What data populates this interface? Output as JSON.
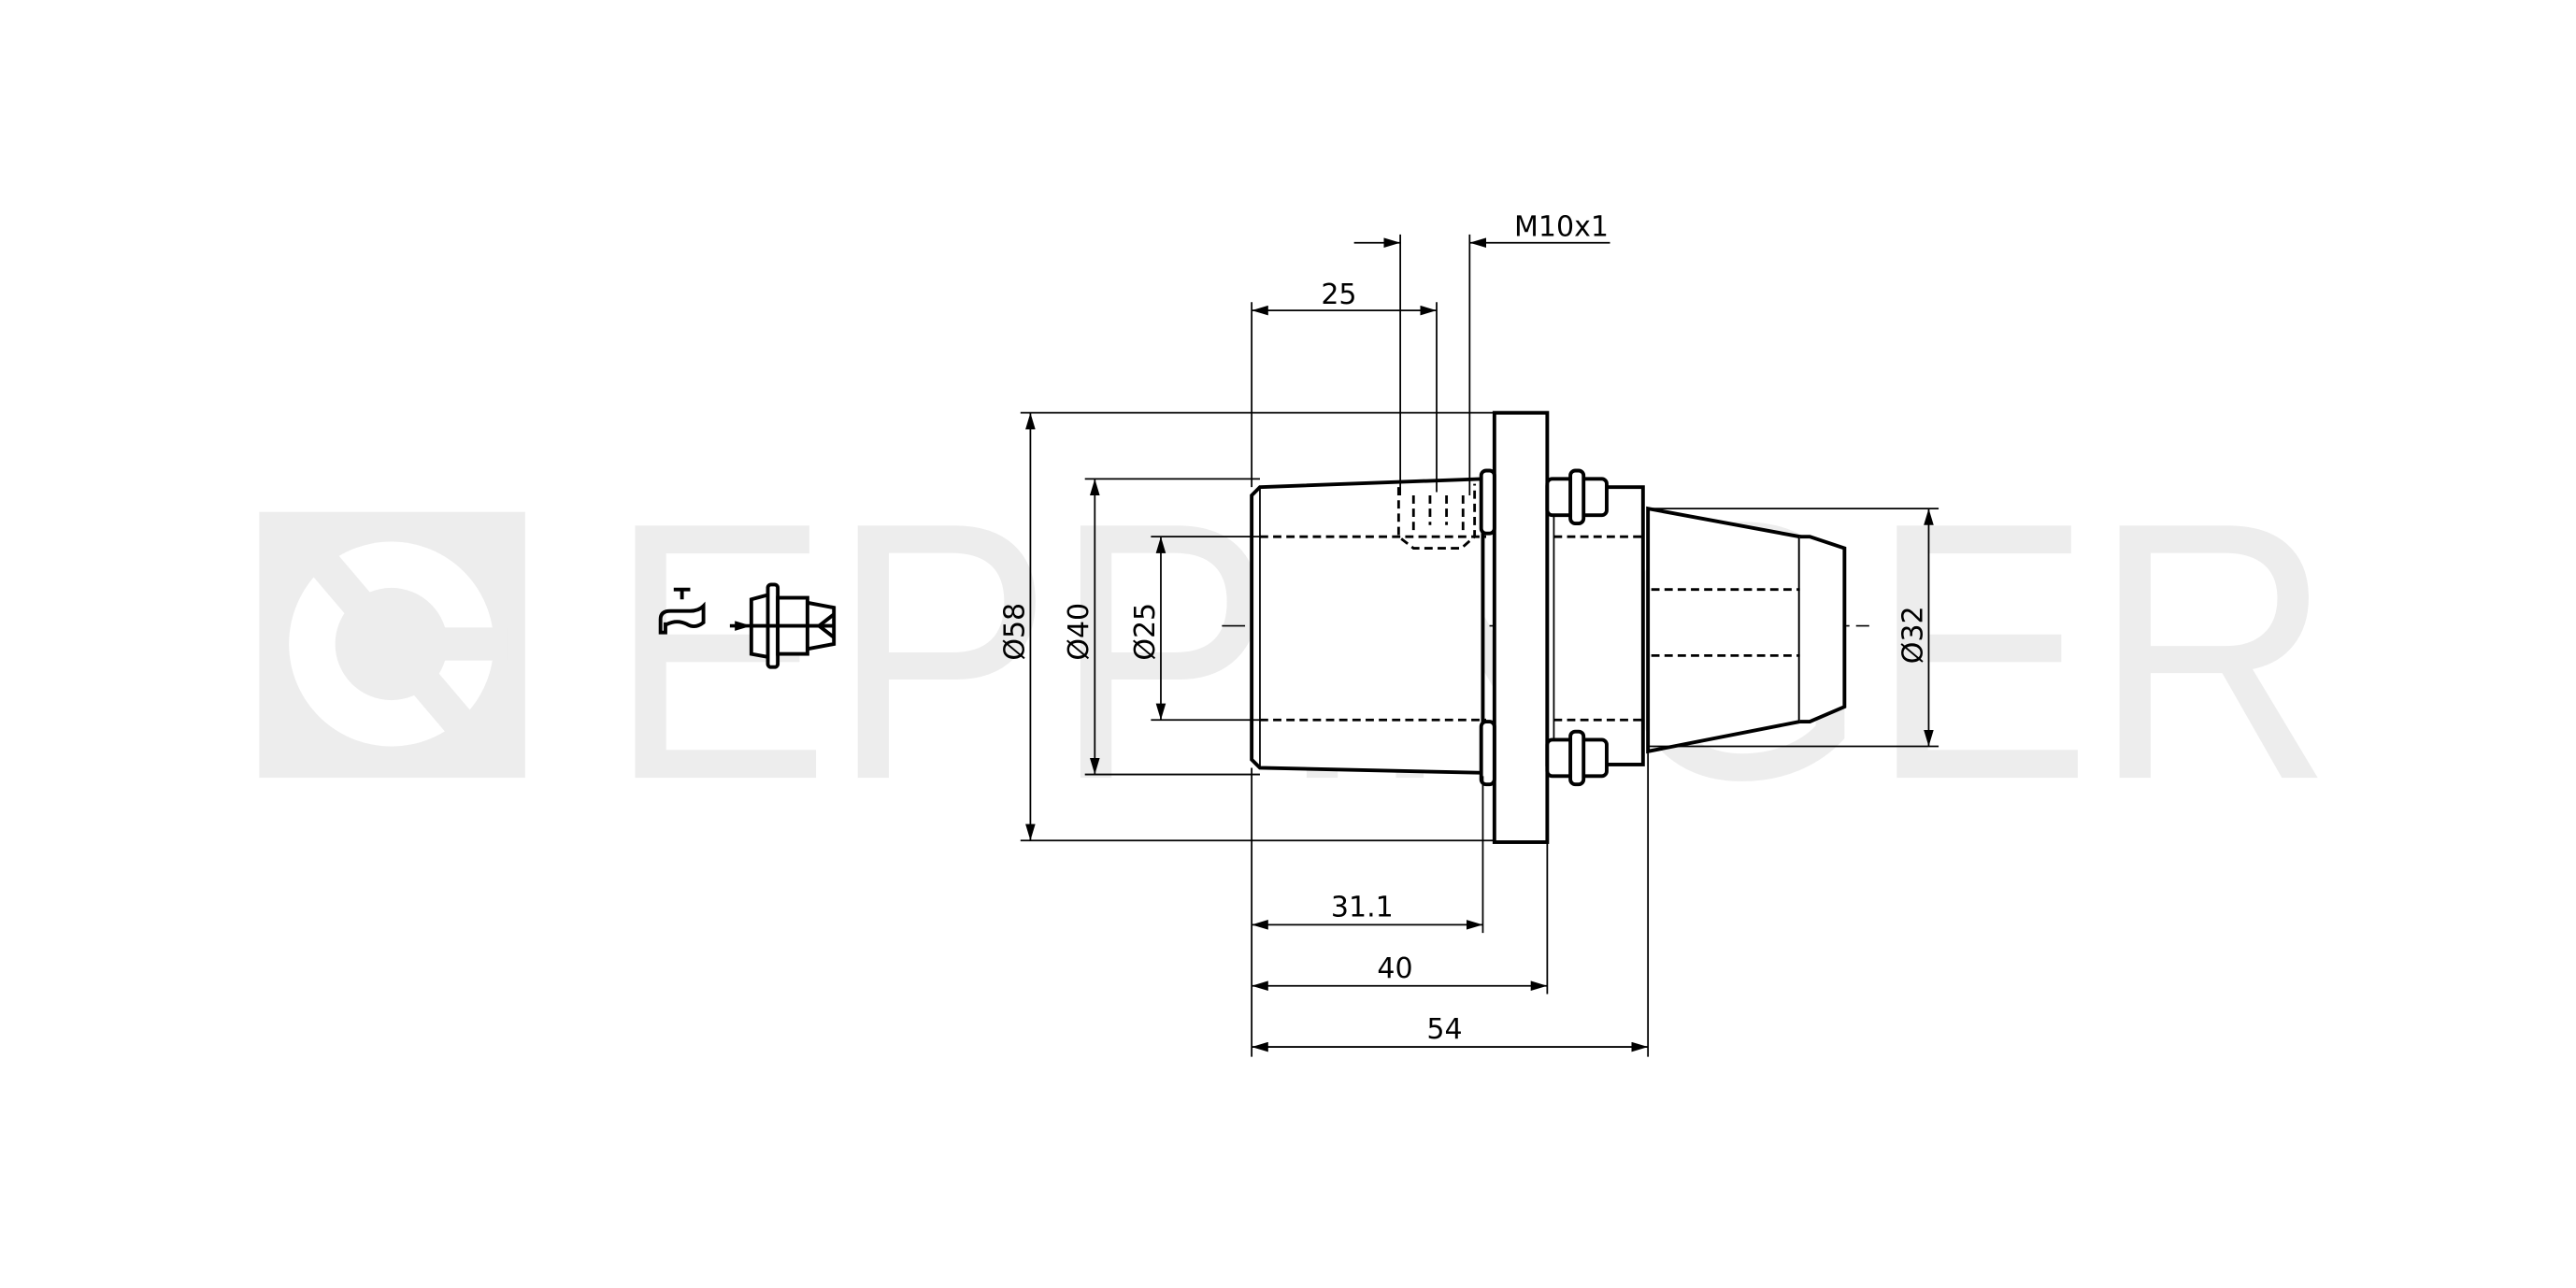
{
  "watermark": {
    "brand": "EPPINGER",
    "color": "#ededed"
  },
  "dimensions": {
    "d58": "Ø58",
    "d40": "Ø40",
    "d25": "Ø25",
    "d32": "Ø32",
    "len_25": "25",
    "thread": "M10x1",
    "len_31_1": "31.1",
    "len_40": "40",
    "len_54": "54"
  },
  "icons": {
    "coolant": "faucet-icon",
    "tool": "toolholder-icon"
  }
}
